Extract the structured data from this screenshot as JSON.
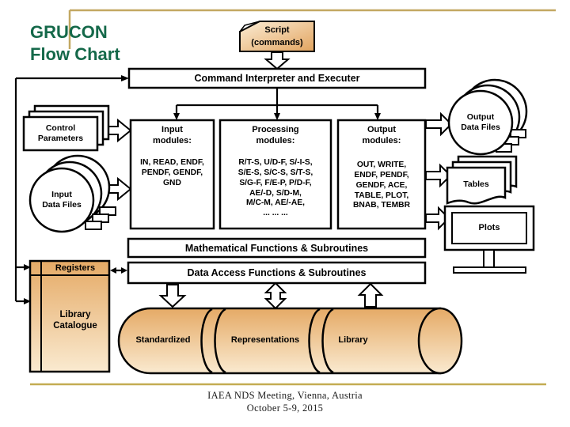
{
  "slide": {
    "title": "GRUCON\nFlow Chart",
    "footer": "IAEA NDS Meeting, Vienna, Austria\nOctober 5-9, 2015"
  },
  "flowchart": {
    "script_box": "Script\n(commands)",
    "interpreter": "Command Interpreter and Executer",
    "control_parameters": "Control\nParameters",
    "input_data_files": "Input\nData Files",
    "modules": [
      {
        "heading": "Input\nmodules:",
        "body": "IN, READ, ENDF,\nPENDF, GENDF,\nGND"
      },
      {
        "heading": "Processing\nmodules:",
        "body": "R/T-S,  U/D-F, S/-I-S,\nS/E-S, S/C-S,  S/T-S,\nS/G-F,  F/E-P, P/D-F,\nAE/-D, S/D-M,\nM/C-M, AE/-AE,\n... ... ..."
      },
      {
        "heading": "Output\nmodules:",
        "body": "OUT,  WRITE,\nENDF, PENDF,\nGENDF, ACE,\nTABLE, PLOT,\nBNAB, TEMBR"
      }
    ],
    "output_data_files": "Output\nData Files",
    "tables": "Tables",
    "plots": "Plots",
    "math_functions": "Mathematical Functions & Subroutines",
    "data_access": "Data Access Functions & Subroutines",
    "registers": "Registers",
    "library_catalogue": "Library\nCatalogue",
    "cylinder_segments": [
      "Standardized",
      "Representations",
      "Library"
    ]
  },
  "colors": {
    "title_green": "#15694A",
    "gold_line": "#C3A862",
    "footer_gold_line": "#C3AC52",
    "tan_light": "#FBEDD6",
    "tan_dark": "#E2A45F",
    "outline": "#000000"
  }
}
